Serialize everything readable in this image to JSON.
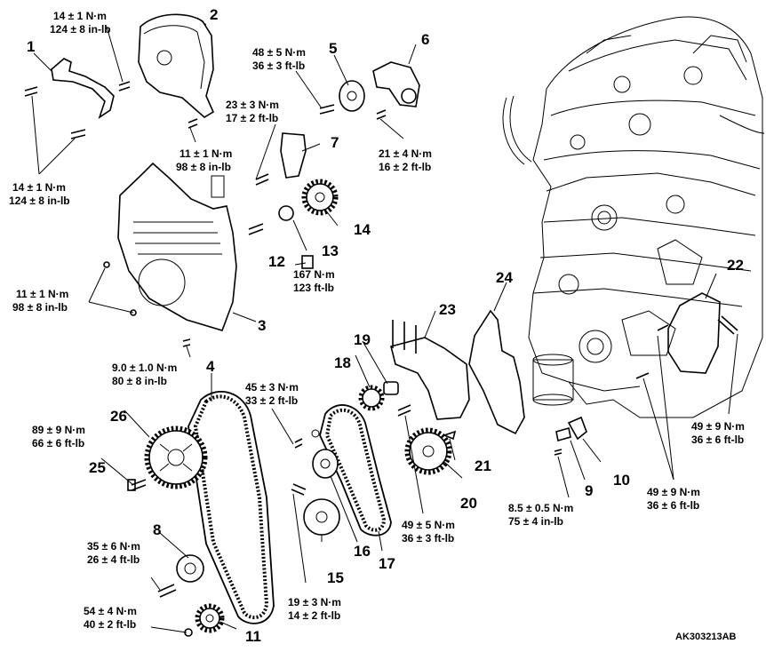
{
  "parts": {
    "p1": "1",
    "p2": "2",
    "p3": "3",
    "p4": "4",
    "p5": "5",
    "p6": "6",
    "p7": "7",
    "p8": "8",
    "p9": "9",
    "p10": "10",
    "p11": "11",
    "p12": "12",
    "p13": "13",
    "p14": "14",
    "p15": "15",
    "p16": "16",
    "p17": "17",
    "p18": "18",
    "p19": "19",
    "p20": "20",
    "p21": "21",
    "p22": "22",
    "p23": "23",
    "p24": "24",
    "p25": "25",
    "p26": "26"
  },
  "torques": {
    "t_cover2_a": "14 ± 1 N·m",
    "t_cover2_b": "124 ± 8 in-lb",
    "t_cover1_a": "14 ± 1 N·m",
    "t_cover1_b": "124 ± 8 in-lb",
    "t_p5_a": "48 ± 5 N·m",
    "t_p5_b": "36 ± 3 ft-lb",
    "t_p7_a": "23 ± 3 N·m",
    "t_p7_b": "17 ± 2 ft-lb",
    "t_cover2low_a": "11 ± 1 N·m",
    "t_cover2low_b": "98 ± 8 in-lb",
    "t_p6_a": "21 ± 4 N·m",
    "t_p6_b": "16 ± 2 ft-lb",
    "t_cover3_a": "11 ± 1 N·m",
    "t_cover3_b": "98 ± 8 in-lb",
    "t_p12_a": "167 N·m",
    "t_p12_b": "123 ft-lb",
    "t_cover3low_a": "9.0 ± 1.0 N·m",
    "t_cover3low_b": "80 ± 8 in-lb",
    "t_p16_a": "45 ± 3 N·m",
    "t_p16_b": "33 ± 2 ft-lb",
    "t_p26_a": "89 ± 9 N·m",
    "t_p26_b": "66 ± 6 ft-lb",
    "t_p8_a": "35 ± 6 N·m",
    "t_p8_b": "26 ± 4 ft-lb",
    "t_p11_a": "54 ± 4 N·m",
    "t_p11_b": "40 ± 2 ft-lb",
    "t_p15_a": "19 ± 3 N·m",
    "t_p15_b": "14 ± 2 ft-lb",
    "t_p20_a": "49 ± 5 N·m",
    "t_p20_b": "36 ± 3 ft-lb",
    "t_p9_a": "8.5 ± 0.5 N·m",
    "t_p9_b": "75 ± 4 in-lb",
    "t_p10_a": "49 ± 9 N·m",
    "t_p10_b": "36 ± 6 ft-lb",
    "t_p22_a": "49 ± 9 N·m",
    "t_p22_b": "36 ± 6 ft-lb"
  },
  "figure_code": "AK303213AB"
}
